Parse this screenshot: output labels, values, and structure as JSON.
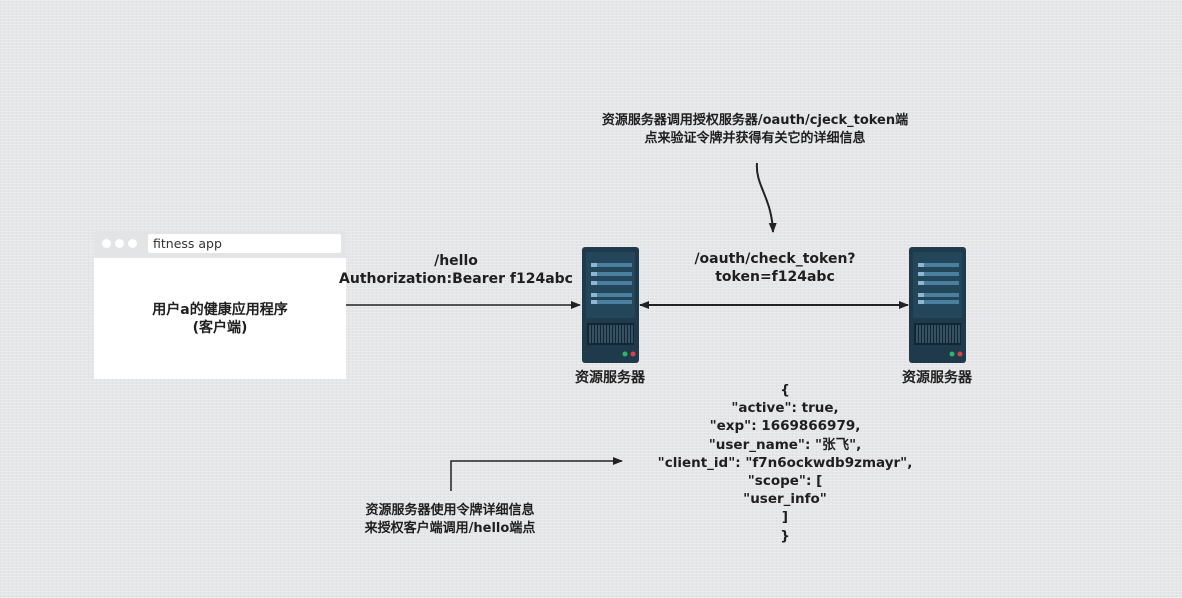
{
  "client": {
    "address_bar": "fitness app",
    "title_line1": "用户a的健康应用程序",
    "title_line2": "(客户端)"
  },
  "request_label": {
    "line1": "/hello",
    "line2": "Authorization:Bearer f124abc"
  },
  "check_label": {
    "line1": "/oauth/check_token?",
    "line2": "token=f124abc"
  },
  "note_top": {
    "line1": "资源服务器调用授权服务器/oauth/cjeck_token端",
    "line2": "点来验证令牌并获得有关它的详细信息"
  },
  "servers": {
    "left_label": "资源服务器",
    "right_label": "资源服务器"
  },
  "token_info": {
    "lines": [
      "{",
      "\"active\": true,",
      "\"exp\": 1669866979,",
      "\"user_name\": \"张飞\",",
      "\"client_id\": \"f7n6ockwdb9zmayr\",",
      "\"scope\": [",
      "\"user_info\"",
      "]",
      "}"
    ]
  },
  "note_bottom": {
    "line1": "资源服务器使用令牌详细信息",
    "line2": "来授权客户端调用/hello端点"
  },
  "colors": {
    "background": "#e5e6e8",
    "server_body": "#1f3a4b",
    "server_slot": "#4a7f9f",
    "arrow": "#222222",
    "led_green": "#2fb46e",
    "led_red": "#d64545"
  },
  "icons": [
    "server-icon",
    "browser-window-icon"
  ]
}
